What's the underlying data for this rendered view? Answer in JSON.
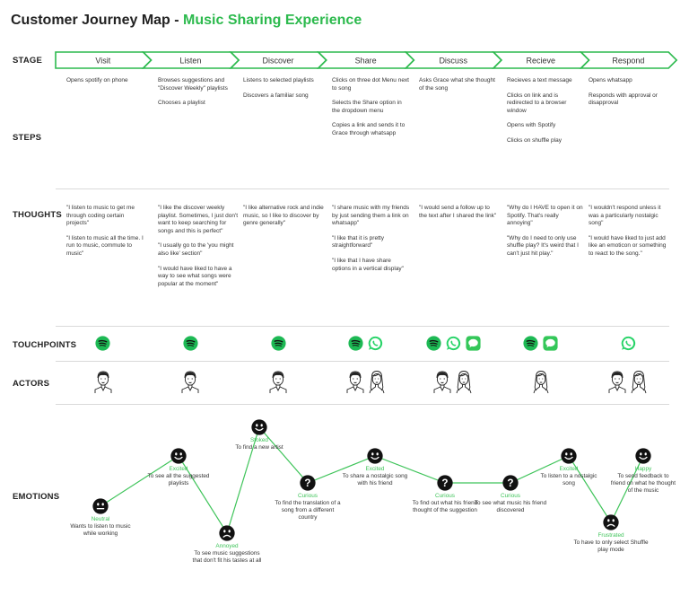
{
  "title": {
    "prefix": "Customer Journey Map - ",
    "accent": "Music Sharing Experience"
  },
  "colors": {
    "accent": "#2dba4e",
    "spotify": "#1db954",
    "whatsapp": "#25d366",
    "imessage": "#34c759",
    "face": "#111111",
    "line": "#3fc45a"
  },
  "rows": {
    "stage": "STAGE",
    "steps": "STEPS",
    "thoughts": "THOUGHTS",
    "touchpoints": "TOUCHPOINTS",
    "actors": "ACTORS",
    "emotions": "EMOTIONS"
  },
  "stages": [
    "Visit",
    "Listen",
    "Discover",
    "Share",
    "Discuss",
    "Recieve",
    "Respond"
  ],
  "steps": [
    [
      "Opens spotify on phone"
    ],
    [
      "Browses suggestions and \"Discover Weekly\" playlists",
      "Chooses a playlist"
    ],
    [
      "Listens to selected playlists",
      "Discovers a familiar song"
    ],
    [
      "Clicks on three dot Menu next to song",
      "Selects the Share option in the dropdown menu",
      "Copies a link and sends it to Grace through whatsapp"
    ],
    [
      "Asks Grace what she thought of the song"
    ],
    [
      "Recieves a text message",
      "Clicks on link and is redirected to a browser window",
      "Opens with Spotify",
      "Clicks on shuffle play"
    ],
    [
      "Opens whatsapp",
      "Responds with approval or disapproval"
    ]
  ],
  "thoughts": [
    [
      "\"I listen to music to get me through coding certain projects\"",
      "\"I listen to music all the time. I run to music, commute to music\""
    ],
    [
      "\"I like the discover weekly playlist. Sometimes, I just don't want to keep searching for songs and this is perfect\"",
      "\"I usually go to the 'you might also like' section\"",
      "\"I would have liked to have a way to see what songs were popular at the moment\""
    ],
    [
      "\"I like alternative rock and indie music, so I like to discover by genre generally\""
    ],
    [
      "\"I share music with my friends by just sending them a link on whatsapp\"",
      "\"I like that it is pretty straightforward\"",
      "\"I like that I have share options in a vertical display\""
    ],
    [
      "\"I would send a follow up to the text after I shared the link\""
    ],
    [
      "\"Why do I HAVE to open it on Spotify. That's really annoying\"",
      "\"Why do I need to only use shuffle play? It's weird that I can't just hit play.\""
    ],
    [
      "\"I wouldn't respond unless it was a particularly nostalgic song\"",
      "\"I would have liked to just add like an emoticon or something to react to the song.\""
    ]
  ],
  "touchpoints": [
    [
      "spotify-icon"
    ],
    [
      "spotify-icon"
    ],
    [
      "spotify-icon"
    ],
    [
      "spotify-icon",
      "whatsapp-icon"
    ],
    [
      "spotify-icon",
      "whatsapp-icon",
      "imessage-icon"
    ],
    [
      "spotify-icon",
      "imessage-icon"
    ],
    [
      "whatsapp-icon"
    ]
  ],
  "actors": [
    [
      "male"
    ],
    [
      "male"
    ],
    [
      "male"
    ],
    [
      "male",
      "female"
    ],
    [
      "male",
      "female"
    ],
    [
      "female"
    ],
    [
      "male",
      "female"
    ]
  ],
  "emotions": [
    {
      "face": "neutral",
      "label": "Neutral",
      "text": "Wants to listen to music while working"
    },
    {
      "face": "happy",
      "label": "Excited",
      "text": "To see all the suggested playlists"
    },
    {
      "face": "sad",
      "label": "Annoyed",
      "text": "To see music suggestions that don't fit his tastes at all"
    },
    {
      "face": "happy",
      "label": "Stoked",
      "text": "To find a new artist"
    },
    {
      "face": "question",
      "label": "Curious",
      "text": "To find the translation of a song from a different country"
    },
    {
      "face": "happy",
      "label": "Excited",
      "text": "To share a nostalgic song with his friend"
    },
    {
      "face": "question",
      "label": "Curious",
      "text": "To find out what his friend thought of the suggestion"
    },
    {
      "face": "question",
      "label": "Curious",
      "text": "To see what music his friend discovered"
    },
    {
      "face": "happy",
      "label": "Excited",
      "text": "To listen to a nostalgic song"
    },
    {
      "face": "sad",
      "label": "Frustrated",
      "text": "To have to only select Shuffle play mode"
    },
    {
      "face": "happy",
      "label": "Happy",
      "text": "To send feedback to friend on what he thought of the music"
    }
  ]
}
